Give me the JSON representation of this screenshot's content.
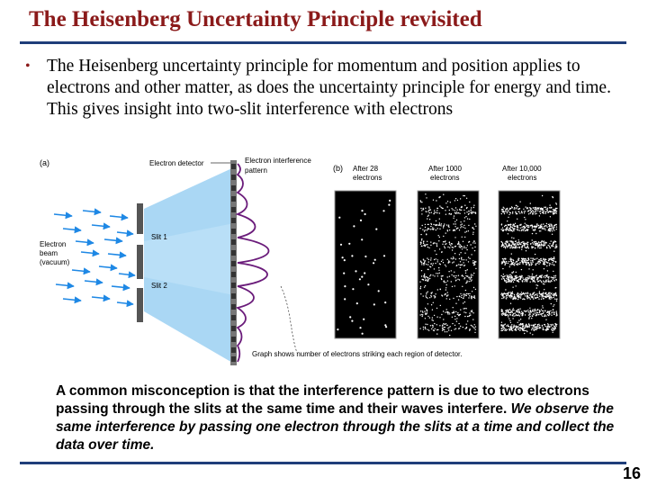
{
  "slide": {
    "title": "The Heisenberg Uncertainty Principle revisited",
    "bullet_marker": "•",
    "bullet_text": "The Heisenberg uncertainty principle for momentum and position applies to electrons and other matter, as does the uncertainty principle for energy and time. This gives insight into two-slit interference with electrons",
    "note_normal": "A common misconception is that the interference pattern is due to two electrons passing through the slits at the same time and their waves interfere. ",
    "note_italic": "We observe the same interference by passing one electron through the slits at a time and collect the data over time.",
    "page_number": "16"
  },
  "figure": {
    "panel_a_label": "(a)",
    "panel_b_label": "(b)",
    "electron_detector": "Electron detector",
    "interference_line1": "Electron interference",
    "interference_line2": "pattern",
    "beam_line1": "Electron",
    "beam_line2": "beam",
    "beam_line3": "(vacuum)",
    "slit1": "Slit 1",
    "slit2": "Slit 2",
    "graph_caption": "Graph shows number of electrons striking each region of detector.",
    "panels": [
      {
        "line1": "After 28",
        "line2": "electrons"
      },
      {
        "line1": "After 1000",
        "line2": "electrons"
      },
      {
        "line1": "After 10,000",
        "line2": "electrons"
      }
    ]
  },
  "colors": {
    "title": "#8b1a1a",
    "rule": "#1f3e7a",
    "beam": "#1e88e5",
    "curve": "#6a1b7a",
    "cone": "#8ec9f0"
  }
}
